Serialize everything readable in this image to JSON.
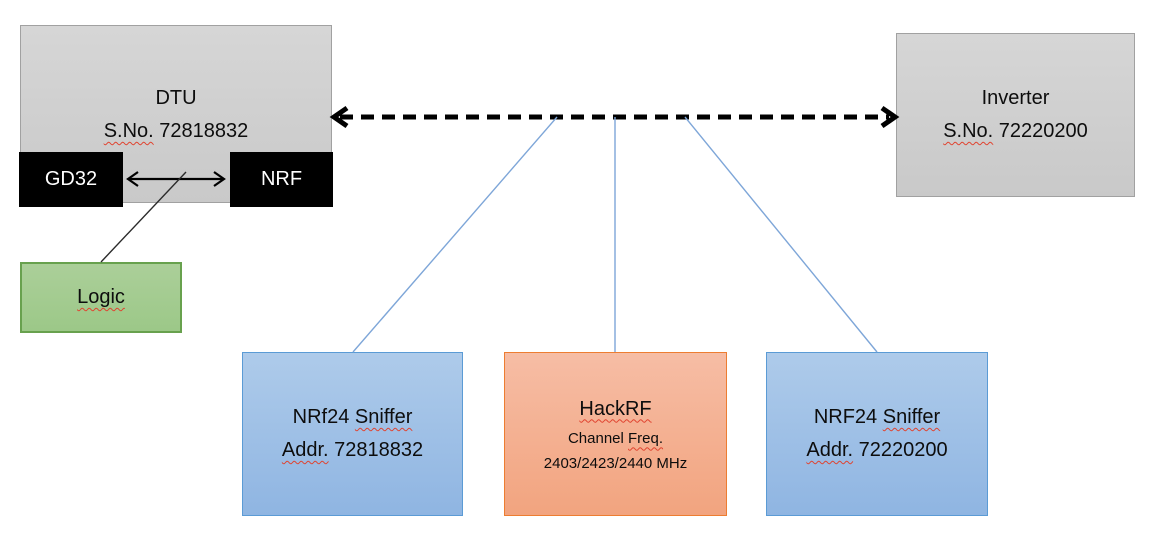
{
  "dtu": {
    "title": "DTU",
    "serial_label": "S.No.",
    "serial_number": "72818832",
    "gd32_label": "GD32",
    "nrf_label": "NRF"
  },
  "logic": {
    "label": "Logic"
  },
  "inverter": {
    "title": "Inverter",
    "serial_label": "S.No.",
    "serial_number": "72220200"
  },
  "sniffer_left": {
    "name_prefix": "NRf24",
    "name_word": "Sniffer",
    "addr_label": "Addr.",
    "addr_number": "72818832"
  },
  "hackrf": {
    "title": "HackRF",
    "channel_prefix": "Channel",
    "channel_word": "Freq.",
    "frequencies": "2403/2423/2440 MHz"
  },
  "sniffer_right": {
    "name_prefix": "NRF24",
    "name_word": "Sniffer",
    "addr_label": "Addr.",
    "addr_number": "72220200"
  },
  "colors": {
    "gray_fill": "#d0d0d0",
    "gray_border": "#a1a1a1",
    "black_fill": "#000000",
    "green_fill": "#a3cd92",
    "green_border": "#68a14e",
    "blue_fill": "#9ec0e6",
    "blue_border": "#5b9bd5",
    "orange_fill": "#f4b092",
    "orange_border": "#ed7d31",
    "connector_blue": "#7ea6d8",
    "squiggle_red": "#e0432f"
  }
}
